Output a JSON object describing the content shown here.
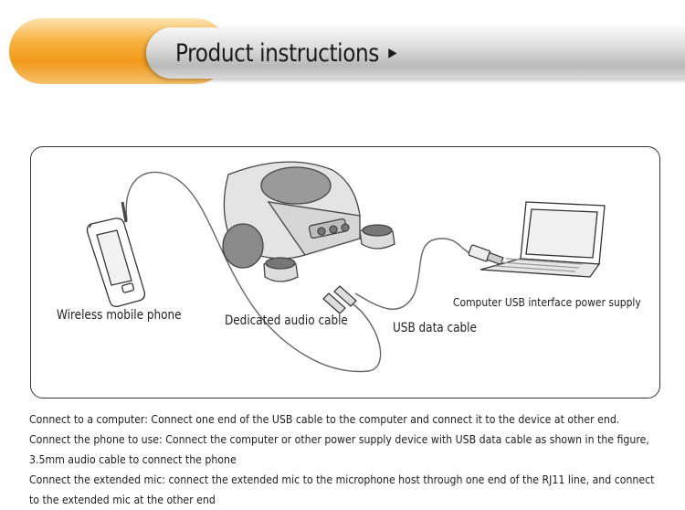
{
  "header": {
    "title": "Product instructions",
    "arrow_icon": "triangle-right-icon"
  },
  "diagram": {
    "labels": {
      "phone": "Wireless mobile phone",
      "audio_cable": "Dedicated audio cable",
      "usb_cable": "USB data cable",
      "computer": "Computer USB interface power supply"
    },
    "icons": [
      "mobile-phone-icon",
      "conference-speakerphone-icon",
      "extension-mic-icon",
      "audio-jack-icon",
      "usb-plug-icon",
      "laptop-icon"
    ]
  },
  "instructions": {
    "line1": "Connect to a computer: Connect one end of the USB cable to the computer and connect it to the device at other end.",
    "line2": "Connect the phone to use: Connect the computer or other power supply device with USB data cable as shown in the figure,",
    "line3": "3.5mm audio cable to connect the phone",
    "line4": "Connect the extended mic: connect the extended mic to the microphone host through one end of the RJ11 line, and connect",
    "line5": "to the extended mic at the other end"
  },
  "colors": {
    "banner_orange": "#f19a1a",
    "banner_gray": "#c8c8c8"
  }
}
